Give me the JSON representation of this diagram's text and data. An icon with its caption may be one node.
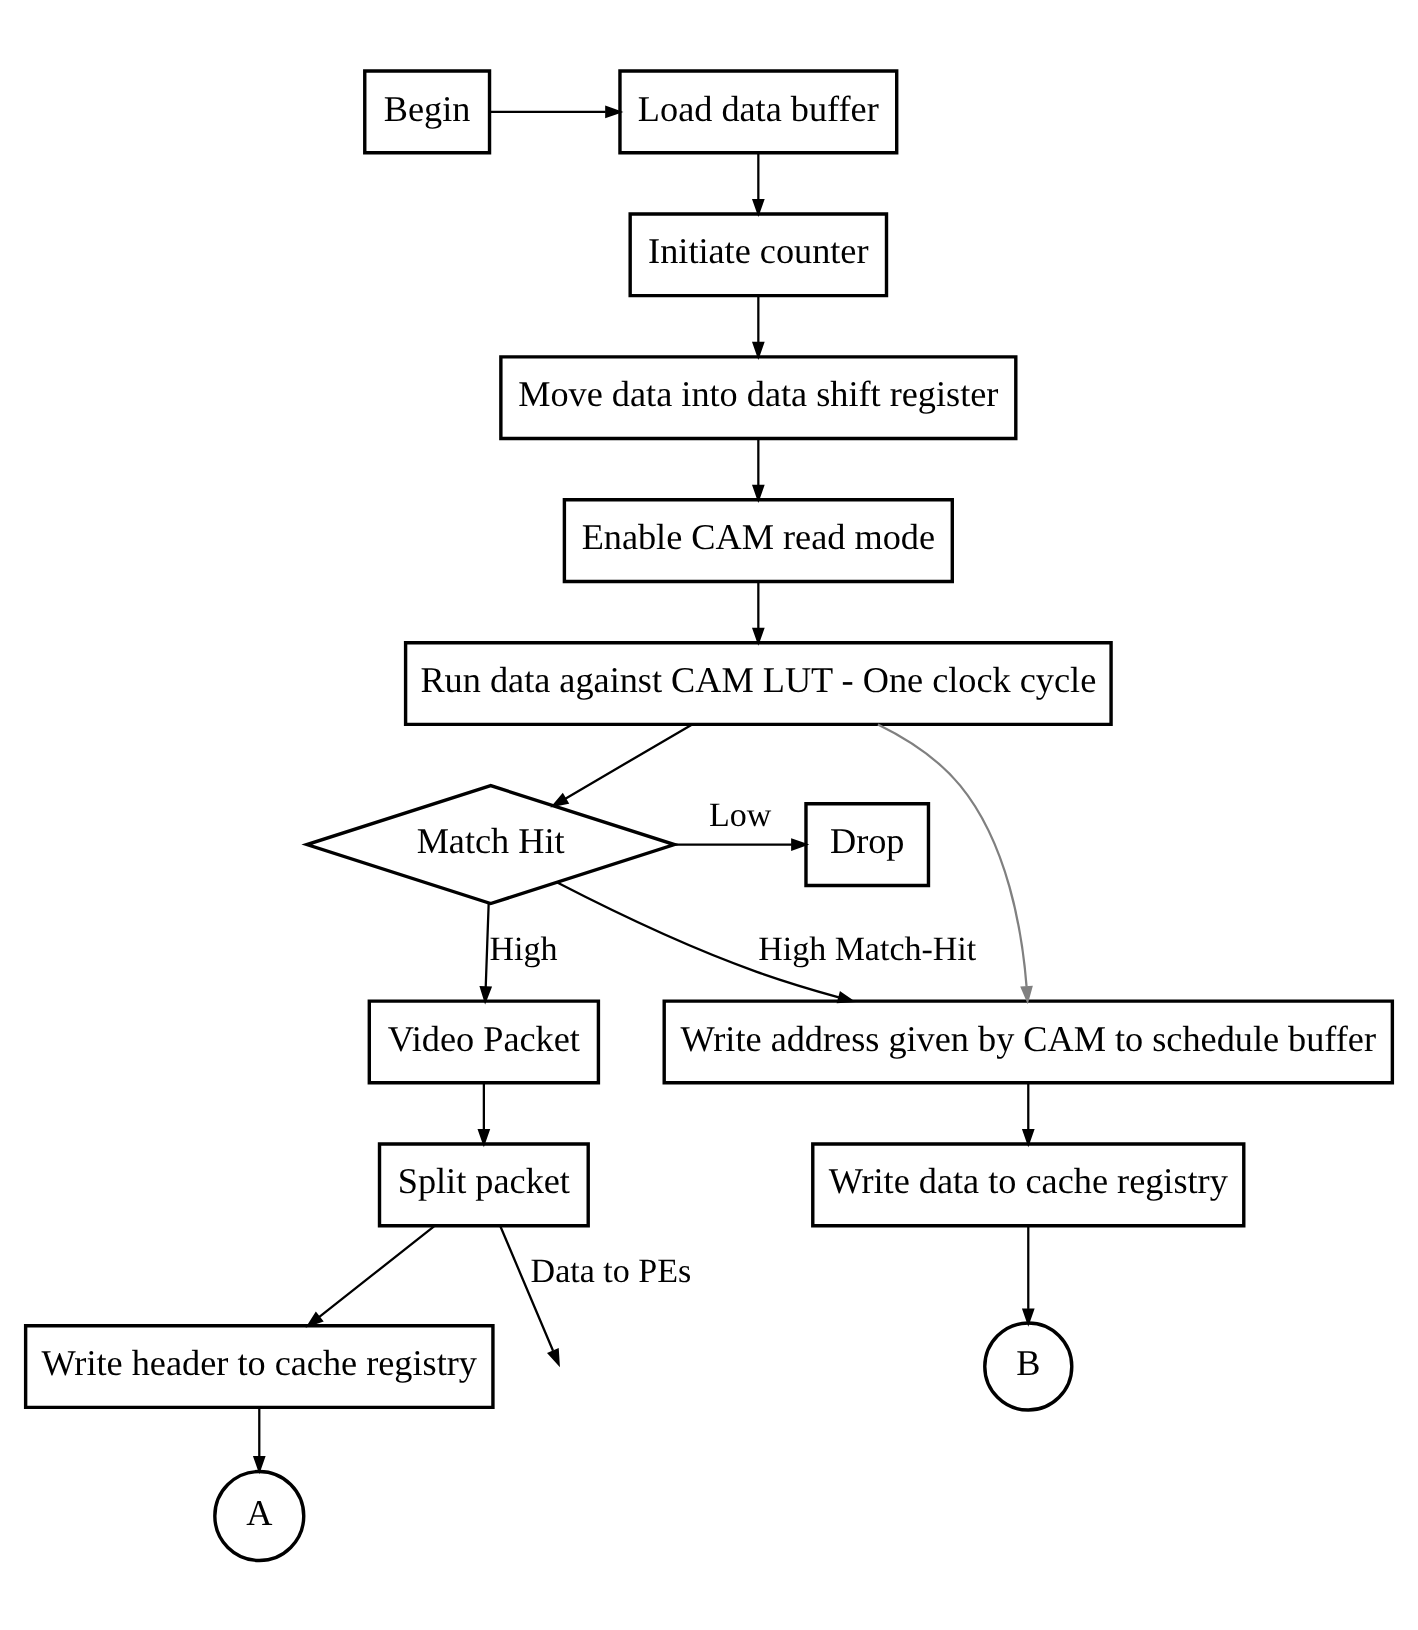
{
  "diagram": {
    "nodes": [
      {
        "text": [
          "Begin"
        ]
      },
      {
        "text": [
          "Load data buffer"
        ]
      },
      {
        "text": [
          "Initiate counter"
        ]
      },
      {
        "text": [
          "Move data into data shift register"
        ]
      },
      {
        "text": [
          "Enable CAM read mode"
        ]
      },
      {
        "text": [
          "Run data against CAM LUT - One clock cycle"
        ]
      },
      {
        "text": [
          "Match Hit"
        ]
      },
      {
        "text": [
          "Drop"
        ]
      },
      {
        "text": [
          "Video Packet"
        ]
      },
      {
        "text": [
          "Split packet"
        ]
      },
      {
        "text": [
          "Write header to cache registry"
        ]
      },
      {
        "text": [
          "A"
        ]
      },
      {
        "text": [
          "Write address given by CAM to schedule buffer"
        ]
      },
      {
        "text": [
          "Write data to cache registry"
        ]
      },
      {
        "text": [
          "B"
        ]
      }
    ],
    "edges": [
      {
        "from": 0,
        "to": 1,
        "arrow": "to"
      },
      {
        "from": 1,
        "to": 2,
        "arrow": "to"
      },
      {
        "from": 2,
        "to": 3,
        "arrow": "to"
      },
      {
        "from": 3,
        "to": 4,
        "arrow": "to"
      },
      {
        "from": 4,
        "to": 5,
        "arrow": "to"
      },
      {
        "from": 5,
        "to": 6,
        "arrow": "to"
      },
      {
        "from": 6,
        "to": 7,
        "arrow": "to",
        "label": "Low"
      },
      {
        "from": 6,
        "to": 8,
        "arrow": "to",
        "label": "High"
      },
      {
        "from": 6,
        "to": 12,
        "arrow": "to",
        "label": "High Match-Hit"
      },
      {
        "from": 5,
        "to": 12,
        "arrow": "to",
        "color": "#808080"
      },
      {
        "from": 8,
        "to": 9,
        "arrow": "to"
      },
      {
        "from": 9,
        "to": null,
        "arrow": "to",
        "label": "Data to PEs"
      },
      {
        "from": 9,
        "to": 10,
        "arrow": "to"
      },
      {
        "from": 10,
        "to": 11,
        "arrow": "to"
      },
      {
        "from": 12,
        "to": 13,
        "arrow": "to"
      },
      {
        "from": 13,
        "to": 14,
        "arrow": "to"
      }
    ]
  }
}
